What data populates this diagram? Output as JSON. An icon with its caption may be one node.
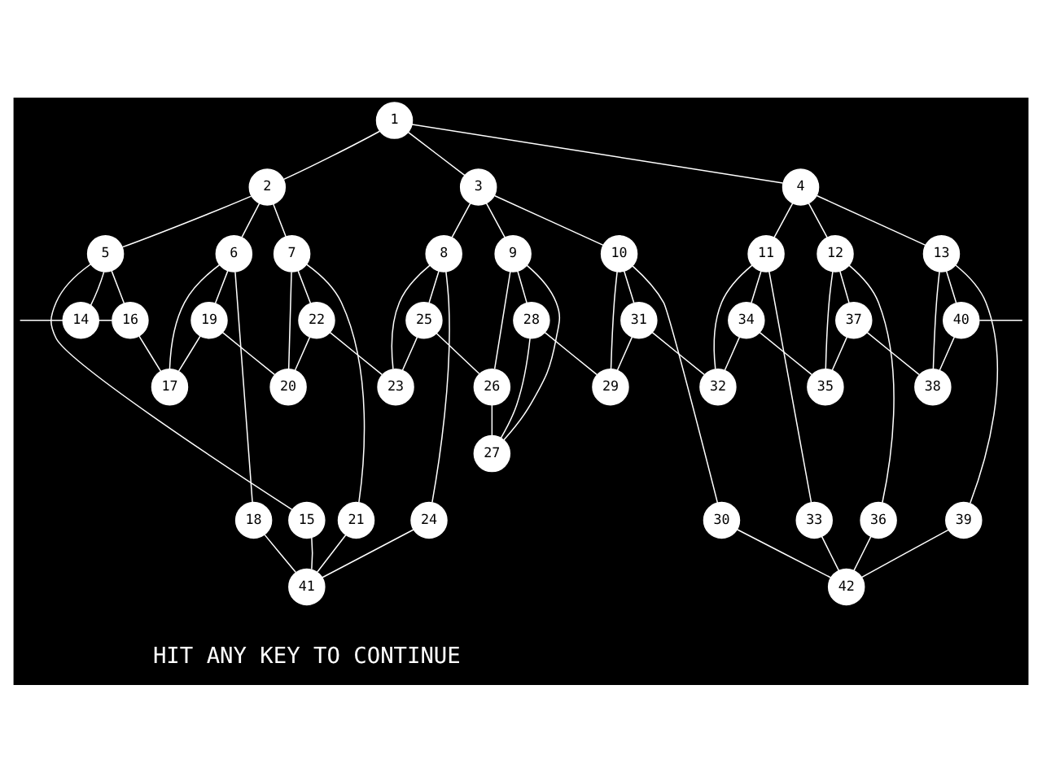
{
  "diagram": {
    "nodes": [
      {
        "text": [
          "1"
        ]
      },
      {
        "text": [
          "2"
        ]
      },
      {
        "text": [
          "3"
        ]
      },
      {
        "text": [
          "4"
        ]
      },
      {
        "text": [
          "5"
        ]
      },
      {
        "text": [
          "6"
        ]
      },
      {
        "text": [
          "7"
        ]
      },
      {
        "text": [
          "8"
        ]
      },
      {
        "text": [
          "9"
        ]
      },
      {
        "text": [
          "10"
        ]
      },
      {
        "text": [
          "11"
        ]
      },
      {
        "text": [
          "12"
        ]
      },
      {
        "text": [
          "13"
        ]
      },
      {
        "text": [
          "14"
        ]
      },
      {
        "text": [
          "15"
        ]
      },
      {
        "text": [
          "16"
        ]
      },
      {
        "text": [
          "17"
        ]
      },
      {
        "text": [
          "18"
        ]
      },
      {
        "text": [
          "19"
        ]
      },
      {
        "text": [
          "20"
        ]
      },
      {
        "text": [
          "21"
        ]
      },
      {
        "text": [
          "22"
        ]
      },
      {
        "text": [
          "23"
        ]
      },
      {
        "text": [
          "24"
        ]
      },
      {
        "text": [
          "25"
        ]
      },
      {
        "text": [
          "26"
        ]
      },
      {
        "text": [
          "27"
        ]
      },
      {
        "text": [
          "28"
        ]
      },
      {
        "text": [
          "29"
        ]
      },
      {
        "text": [
          "30"
        ]
      },
      {
        "text": [
          "31"
        ]
      },
      {
        "text": [
          "32"
        ]
      },
      {
        "text": [
          "33"
        ]
      },
      {
        "text": [
          "34"
        ]
      },
      {
        "text": [
          "35"
        ]
      },
      {
        "text": [
          "36"
        ]
      },
      {
        "text": [
          "37"
        ]
      },
      {
        "text": [
          "38"
        ]
      },
      {
        "text": [
          "39"
        ]
      },
      {
        "text": [
          "40"
        ]
      },
      {
        "text": [
          "41"
        ]
      },
      {
        "text": [
          "42"
        ]
      }
    ],
    "edges": [
      {
        "from": 0,
        "to": 1,
        "arrow": "none"
      },
      {
        "from": 0,
        "to": 2,
        "arrow": "none"
      },
      {
        "from": 0,
        "to": 3,
        "arrow": "none"
      },
      {
        "from": 1,
        "to": 4,
        "arrow": "none"
      },
      {
        "from": 1,
        "to": 5,
        "arrow": "none"
      },
      {
        "from": 1,
        "to": 6,
        "arrow": "none"
      },
      {
        "from": 2,
        "to": 7,
        "arrow": "none"
      },
      {
        "from": 2,
        "to": 8,
        "arrow": "none"
      },
      {
        "from": 2,
        "to": 9,
        "arrow": "none"
      },
      {
        "from": 3,
        "to": 10,
        "arrow": "none"
      },
      {
        "from": 3,
        "to": 11,
        "arrow": "none"
      },
      {
        "from": 3,
        "to": 12,
        "arrow": "none"
      },
      {
        "from": null,
        "to": 13,
        "arrow": "none"
      },
      {
        "from": 4,
        "to": 13,
        "arrow": "none"
      },
      {
        "from": 4,
        "to": 14,
        "arrow": "none"
      },
      {
        "from": 4,
        "to": 15,
        "arrow": "none"
      },
      {
        "from": 13,
        "to": 15,
        "arrow": "none"
      },
      {
        "from": 15,
        "to": 16,
        "arrow": "none"
      },
      {
        "from": 5,
        "to": 17,
        "arrow": "none"
      },
      {
        "from": 5,
        "to": 18,
        "arrow": "none"
      },
      {
        "from": 5,
        "to": 16,
        "arrow": "none"
      },
      {
        "from": 18,
        "to": 16,
        "arrow": "none"
      },
      {
        "from": 18,
        "to": 19,
        "arrow": "none"
      },
      {
        "from": 6,
        "to": 20,
        "arrow": "none"
      },
      {
        "from": 6,
        "to": 21,
        "arrow": "none"
      },
      {
        "from": 6,
        "to": 19,
        "arrow": "none"
      },
      {
        "from": 21,
        "to": 19,
        "arrow": "none"
      },
      {
        "from": 21,
        "to": 22,
        "arrow": "none"
      },
      {
        "from": 7,
        "to": 23,
        "arrow": "none"
      },
      {
        "from": 7,
        "to": 24,
        "arrow": "none"
      },
      {
        "from": 7,
        "to": 22,
        "arrow": "none"
      },
      {
        "from": 24,
        "to": 22,
        "arrow": "none"
      },
      {
        "from": 24,
        "to": 25,
        "arrow": "none"
      },
      {
        "from": 8,
        "to": 25,
        "arrow": "none"
      },
      {
        "from": 8,
        "to": 26,
        "arrow": "none"
      },
      {
        "from": 25,
        "to": 26,
        "arrow": "none"
      },
      {
        "from": 8,
        "to": 27,
        "arrow": "none"
      },
      {
        "from": 26,
        "to": 27,
        "arrow": "none"
      },
      {
        "from": 27,
        "to": 28,
        "arrow": "none"
      },
      {
        "from": 9,
        "to": 29,
        "arrow": "none"
      },
      {
        "from": 9,
        "to": 30,
        "arrow": "none"
      },
      {
        "from": 9,
        "to": 28,
        "arrow": "none"
      },
      {
        "from": 30,
        "to": 28,
        "arrow": "none"
      },
      {
        "from": 30,
        "to": 31,
        "arrow": "none"
      },
      {
        "from": 10,
        "to": 32,
        "arrow": "none"
      },
      {
        "from": 10,
        "to": 33,
        "arrow": "none"
      },
      {
        "from": 10,
        "to": 31,
        "arrow": "none"
      },
      {
        "from": 33,
        "to": 31,
        "arrow": "none"
      },
      {
        "from": 33,
        "to": 34,
        "arrow": "none"
      },
      {
        "from": 11,
        "to": 35,
        "arrow": "none"
      },
      {
        "from": 11,
        "to": 36,
        "arrow": "none"
      },
      {
        "from": 11,
        "to": 34,
        "arrow": "none"
      },
      {
        "from": 36,
        "to": 34,
        "arrow": "none"
      },
      {
        "from": 36,
        "to": 37,
        "arrow": "none"
      },
      {
        "from": 12,
        "to": 38,
        "arrow": "none"
      },
      {
        "from": 12,
        "to": 39,
        "arrow": "none"
      },
      {
        "from": 12,
        "to": 37,
        "arrow": "none"
      },
      {
        "from": 39,
        "to": 37,
        "arrow": "none"
      },
      {
        "from": 39,
        "to": null,
        "arrow": "none"
      },
      {
        "from": 14,
        "to": 40,
        "arrow": "none"
      },
      {
        "from": 17,
        "to": 40,
        "arrow": "none"
      },
      {
        "from": 20,
        "to": 40,
        "arrow": "none"
      },
      {
        "from": 23,
        "to": 40,
        "arrow": "none"
      },
      {
        "from": 29,
        "to": 41,
        "arrow": "none"
      },
      {
        "from": 32,
        "to": 41,
        "arrow": "none"
      },
      {
        "from": 35,
        "to": 41,
        "arrow": "none"
      },
      {
        "from": 38,
        "to": 41,
        "arrow": "none"
      }
    ],
    "labels": [
      "HIT ANY KEY TO CONTINUE"
    ]
  }
}
